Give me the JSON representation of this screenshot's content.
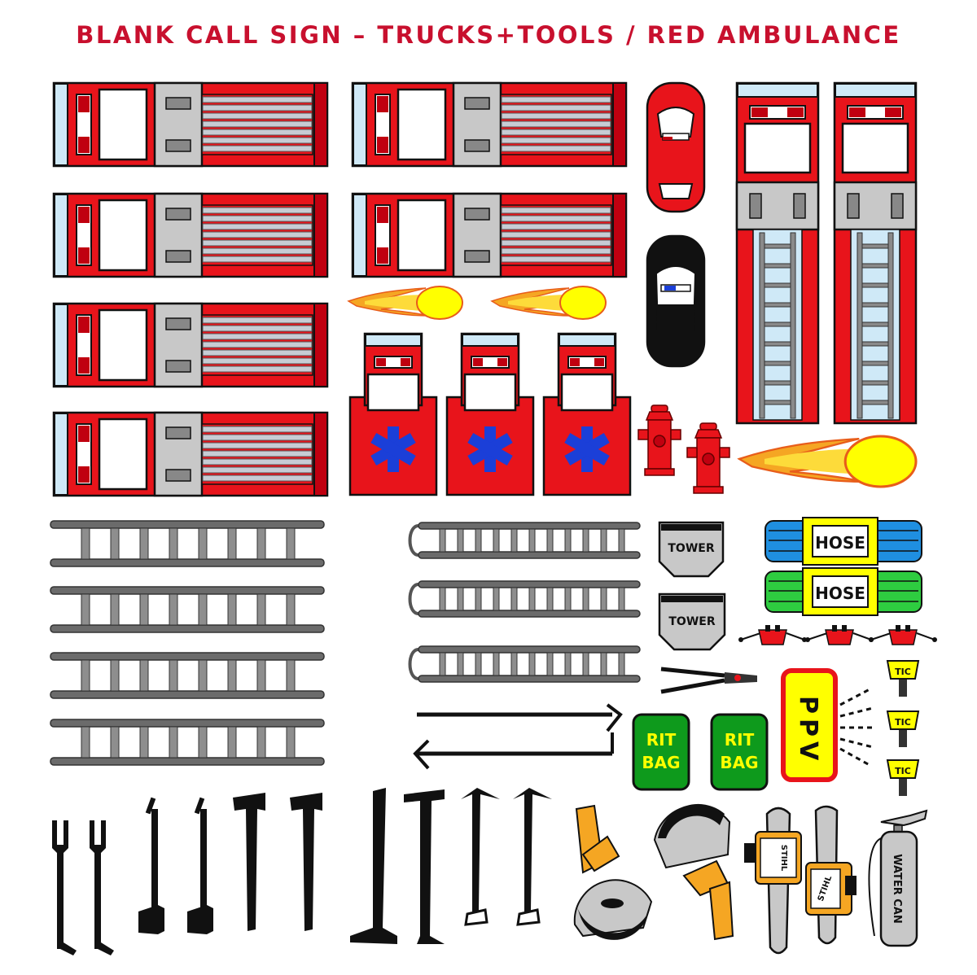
{
  "title": "BLANK CALL SIGN – TRUCKS+TOOLS / RED AMBULANCE",
  "labels": {
    "tower": "TOWER",
    "hose": "HOSE",
    "ppv_p1": "P",
    "ppv_p2": "P",
    "ppv_v": "V",
    "rit_line1": "RIT",
    "rit_line2": "BAG",
    "tic": "TIC",
    "stihl": "STIHL",
    "water_can": "WATER CAN"
  },
  "colors": {
    "truck_red": "#e8141b",
    "hose_blue": "#1f8fe0",
    "hose_green": "#2ecc40",
    "rit_green": "#0e9a1c",
    "star_of_life": "#1b3fd8",
    "ppv_yellow": "#ffff00",
    "fire_yellow": "#ffff00",
    "saw_orange": "#f5a623",
    "window_blue": "#cfe9f7",
    "ladder_gray": "#6b6b6b"
  },
  "icons": [
    "fire-engine-icon",
    "red-sedan-icon",
    "police-car-icon",
    "tower-ladder-truck-icon",
    "fireball-icon",
    "ambulance-icon",
    "fire-hydrant-icon",
    "ladder-icon",
    "hook-ladder-icon",
    "tower-badge-icon",
    "hose-bundle-icon",
    "radio-icon",
    "bolt-cutter-icon",
    "pike-pole-icon",
    "rit-bag-icon",
    "ppv-fan-icon",
    "thermal-imaging-camera-icon",
    "halligan-icon",
    "axe-icon",
    "hook-icon",
    "rotary-saw-icon",
    "chainsaw-icon",
    "water-can-extinguisher-icon"
  ]
}
